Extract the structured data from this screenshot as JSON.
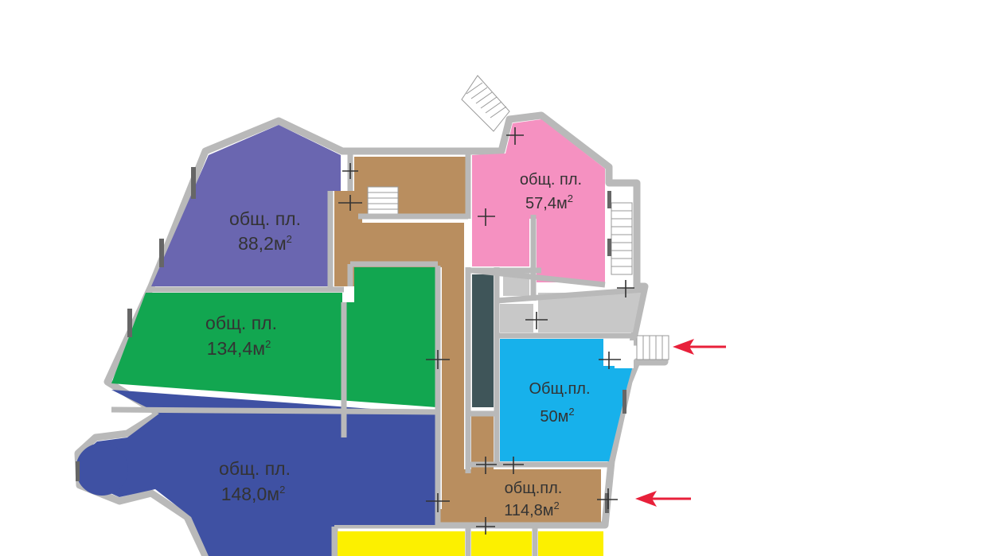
{
  "rooms": {
    "purple": {
      "label": "общ. пл.",
      "area": "88,2м",
      "sup": "2",
      "color": "#6a66b0"
    },
    "pink": {
      "label": "общ. пл.",
      "area": "57,4м",
      "sup": "2",
      "color": "#f591c1"
    },
    "green": {
      "label": "общ. пл.",
      "area": "134,4м",
      "sup": "2",
      "color": "#12a650"
    },
    "cyan": {
      "label": "Общ.пл.",
      "area": "50м",
      "sup": "2",
      "color": "#17b1eb"
    },
    "blue": {
      "label": "общ. пл.",
      "area": "148,0м",
      "sup": "2",
      "color": "#3f51a3"
    },
    "brown": {
      "label": "общ.пл.",
      "area": "114,8м",
      "sup": "2",
      "color": "#b98e5f"
    },
    "yellow": {
      "color": "#fcf000"
    }
  },
  "colors": {
    "corridor": "#b98e5f",
    "service": "#c8c8c8",
    "shaft": "#3f5559",
    "wall": "#b9b9b9",
    "arrow": "#e8203a"
  },
  "entrance_arrows": [
    "entrance-arrow-top",
    "entrance-arrow-bottom"
  ]
}
